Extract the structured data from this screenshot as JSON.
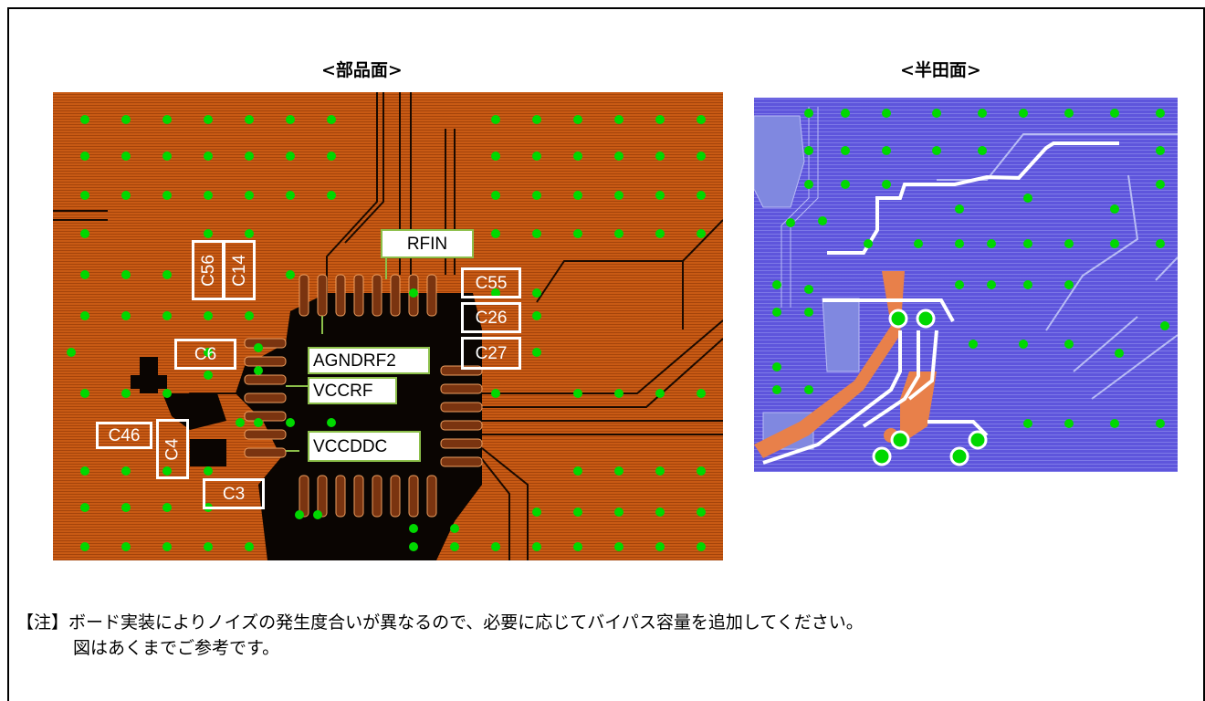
{
  "headings": {
    "component_side": "<部品面>",
    "solder_side": "<半田面>"
  },
  "component_side": {
    "ref_labels": [
      "C56",
      "C14",
      "C6",
      "C46",
      "C4",
      "C3",
      "C55",
      "C26",
      "C27"
    ],
    "signal_labels": [
      "RFIN",
      "AGNDRF2",
      "VCCRF",
      "VCCDDC"
    ],
    "colors": {
      "copper": "#c85a14",
      "via": "#00d800",
      "label_border": "#8cbf4a",
      "ic": "#000000"
    }
  },
  "solder_side": {
    "colors": {
      "copper": "#5e55dc",
      "trace": "#ffffff",
      "via": "#00d800",
      "pad": "#e8804a"
    }
  },
  "note": {
    "prefix": "【注】",
    "line1": "ボード実装によりノイズの発生度合いが異なるので、必要に応じてバイパス容量を追加してください。",
    "line2": "図はあくまでご参考です。"
  }
}
